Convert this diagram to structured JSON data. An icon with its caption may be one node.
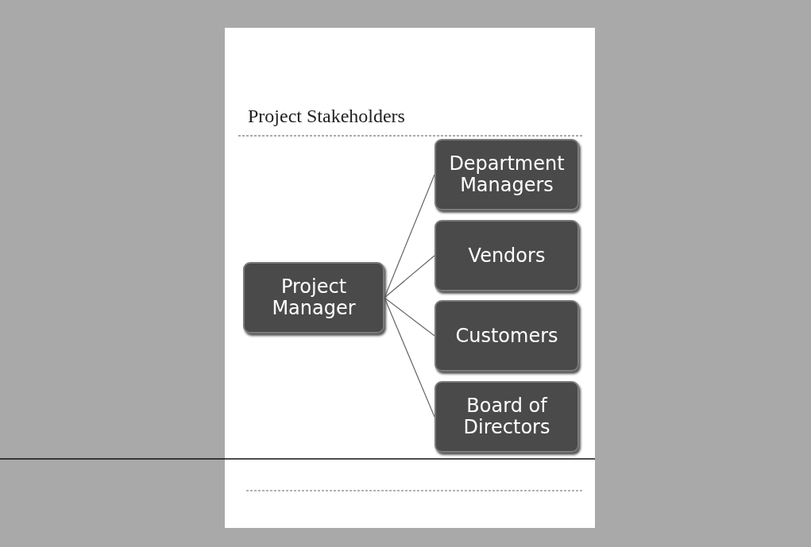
{
  "diagram": {
    "title": "Project Stakeholders",
    "nodes": [
      {
        "text": [
          "Project Manager"
        ]
      },
      {
        "text": [
          "Department Managers"
        ]
      },
      {
        "text": [
          "Vendors"
        ]
      },
      {
        "text": [
          "Customers"
        ]
      },
      {
        "text": [
          "Board of Directors"
        ]
      }
    ],
    "edges": [
      {
        "from": 0,
        "to": 1,
        "arrow": "none"
      },
      {
        "from": 0,
        "to": 2,
        "arrow": "none"
      },
      {
        "from": 0,
        "to": 3,
        "arrow": "none"
      },
      {
        "from": 0,
        "to": 4,
        "arrow": "none"
      }
    ]
  }
}
